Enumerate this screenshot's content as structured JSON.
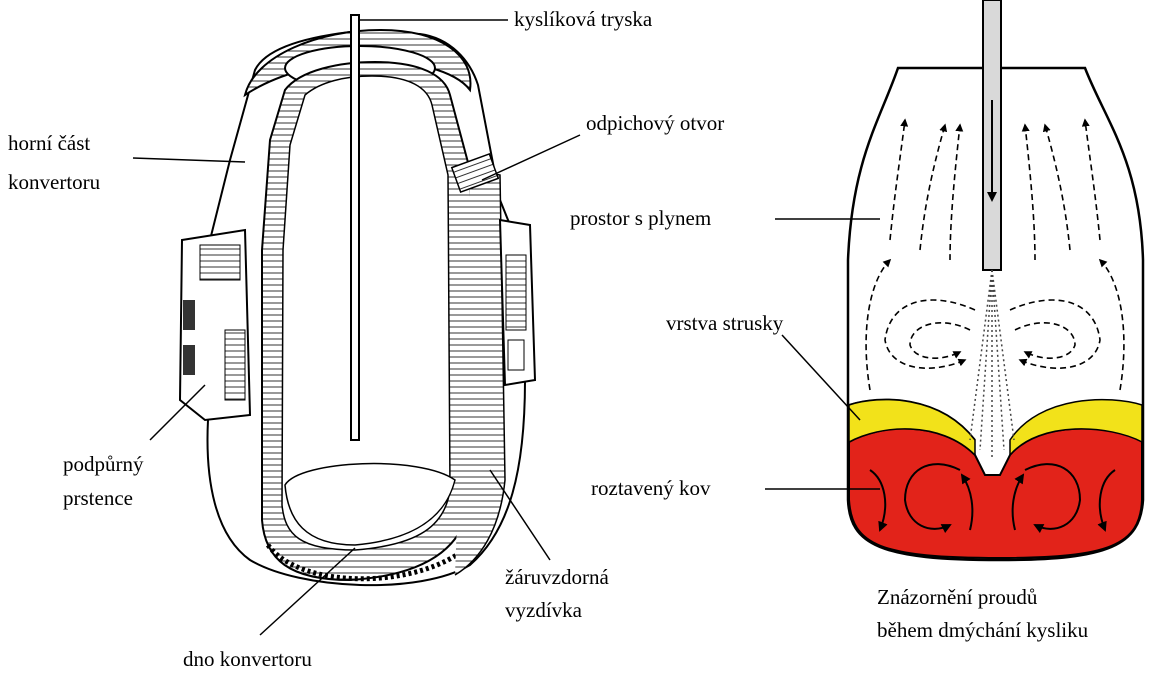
{
  "labels": {
    "oxygen_lance": "kyslíková tryska",
    "upper_part_line1": "horní část",
    "upper_part_line2": "konvertoru",
    "tap_hole": "odpichový otvor",
    "gas_space": "prostor s plynem",
    "slag_layer": "vrstva strusky",
    "support_ring_line1": "podpůrný",
    "support_ring_line2": "prstence",
    "molten_metal": "roztavený kov",
    "refractory_line1": "žáruvzdorná",
    "refractory_line2": "vyzdívka",
    "converter_bottom": "dno konvertoru",
    "caption_line1": "Znázornění proudů",
    "caption_line2": "během dmýchání kysliku"
  },
  "colors": {
    "slag": "#f2e21a",
    "metal": "#e2231a",
    "line": "#000000",
    "wall_fill": "#ffffff"
  }
}
